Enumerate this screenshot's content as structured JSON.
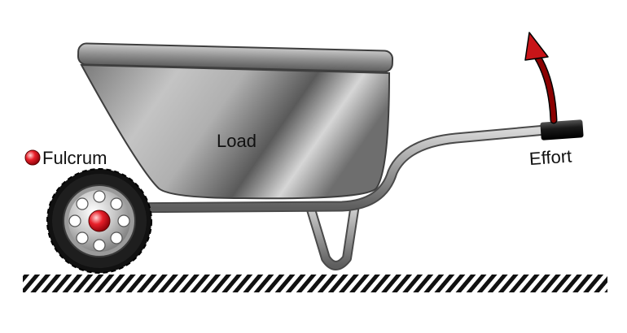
{
  "diagram": {
    "labels": {
      "fulcrum": "Fulcrum",
      "load": "Load",
      "effort": "Effort"
    },
    "colors": {
      "effort_arrow": "#8b0000",
      "fulcrum_marker": "#e8202a",
      "tray_metal": "#9a9a9a",
      "ground": "#111111"
    }
  }
}
